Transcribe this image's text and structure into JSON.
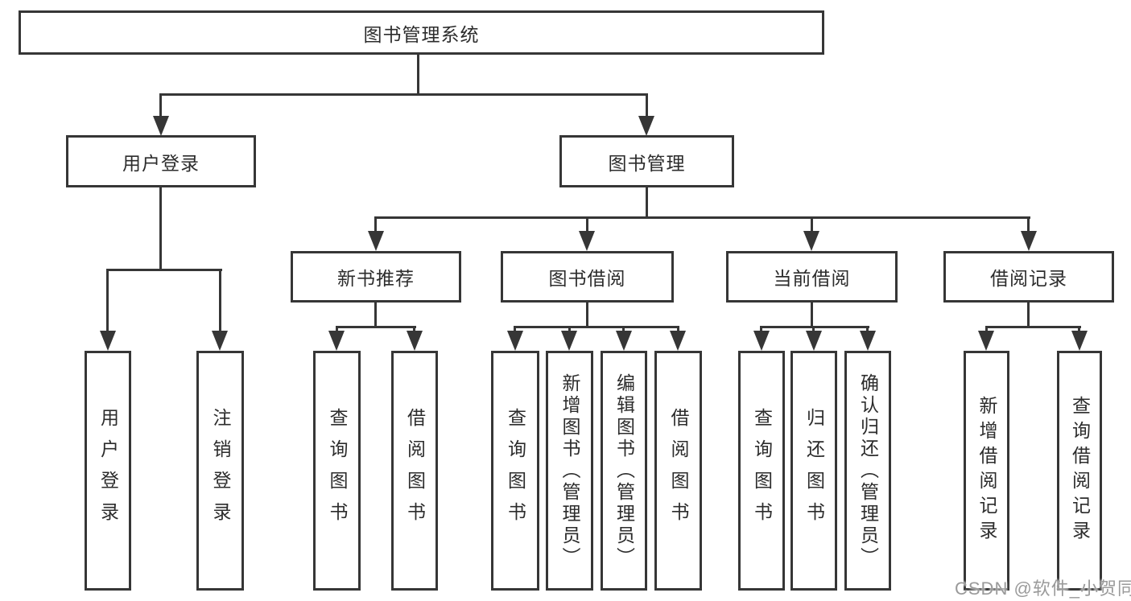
{
  "diagram": {
    "root": {
      "label": "图书管理系统"
    },
    "level2": [
      {
        "label": "用户登录"
      },
      {
        "label": "图书管理"
      }
    ],
    "level3": [
      {
        "label": "新书推荐"
      },
      {
        "label": "图书借阅"
      },
      {
        "label": "当前借阅"
      },
      {
        "label": "借阅记录"
      }
    ],
    "leaves": [
      {
        "label": "用户登录"
      },
      {
        "label": "注销登录"
      },
      {
        "label": "查询图书"
      },
      {
        "label": "借阅图书"
      },
      {
        "label": "查询图书"
      },
      {
        "label": "新增图书（管理员）"
      },
      {
        "label": "编辑图书（管理员）"
      },
      {
        "label": "借阅图书"
      },
      {
        "label": "查询图书"
      },
      {
        "label": "归还图书"
      },
      {
        "label": "确认归还（管理员）"
      },
      {
        "label": "新增借阅记录"
      },
      {
        "label": "查询借阅记录"
      }
    ]
  },
  "watermark": {
    "text": "CSDN @软件_小贺同学"
  },
  "colors": {
    "line": "#363636",
    "text": "#2c2c2c",
    "background": "#ffffff",
    "watermark": "#9a9a9a"
  }
}
